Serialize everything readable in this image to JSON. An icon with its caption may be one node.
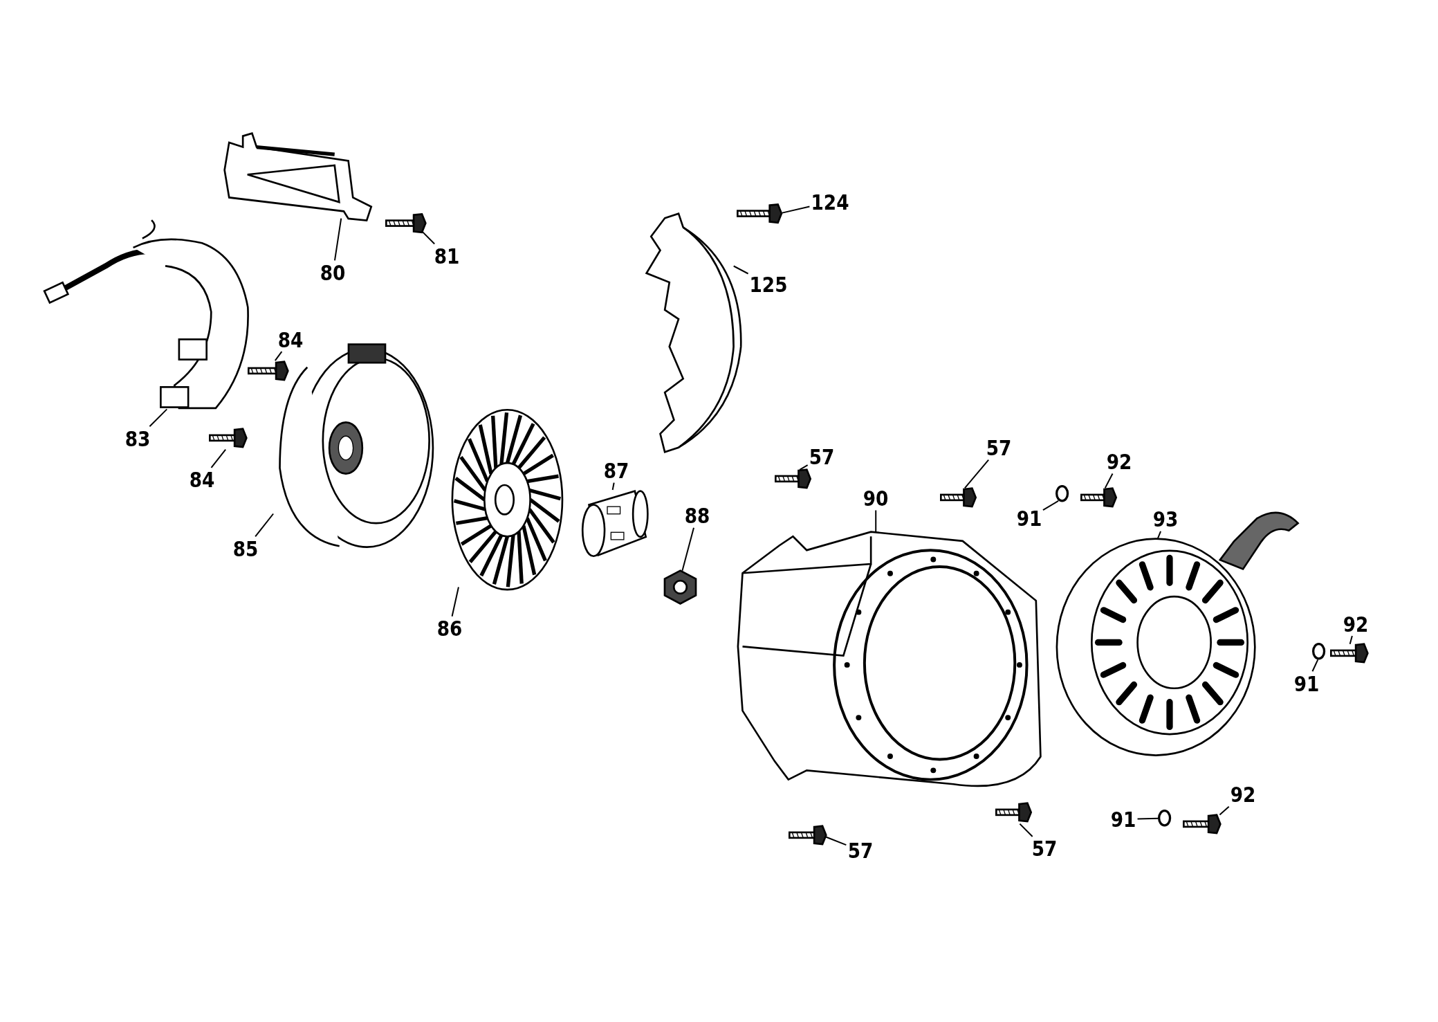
{
  "diagram": {
    "nodes": [
      {
        "text": [
          "80"
        ]
      },
      {
        "text": [],
        "shape": "picture"
      },
      {
        "text": [
          "81"
        ]
      },
      {
        "text": [],
        "shape": "picture"
      },
      {
        "text": [
          "124"
        ]
      },
      {
        "text": [],
        "shape": "picture"
      },
      {
        "text": [
          "125"
        ]
      },
      {
        "text": [],
        "shape": "picture"
      },
      {
        "text": [
          "84"
        ]
      },
      {
        "text": [],
        "shape": "picture"
      },
      {
        "text": [
          "83"
        ]
      },
      {
        "text": [],
        "shape": "picture"
      },
      {
        "text": [
          "84"
        ]
      },
      {
        "text": [],
        "shape": "picture"
      },
      {
        "text": [
          "85"
        ]
      },
      {
        "text": [],
        "shape": "picture"
      },
      {
        "text": [
          "86"
        ]
      },
      {
        "text": [],
        "shape": "picture"
      },
      {
        "text": [
          "87"
        ]
      },
      {
        "text": [],
        "shape": "picture"
      },
      {
        "text": [
          "88"
        ]
      },
      {
        "text": [],
        "shape": "picture"
      },
      {
        "text": [
          "57"
        ]
      },
      {
        "text": [],
        "shape": "picture"
      },
      {
        "text": [
          "57"
        ]
      },
      {
        "text": [],
        "shape": "picture"
      },
      {
        "text": [
          "90"
        ]
      },
      {
        "text": [],
        "shape": "picture"
      },
      {
        "text": [
          "91"
        ]
      },
      {
        "text": [],
        "shape": "circle"
      },
      {
        "text": [
          "92"
        ]
      },
      {
        "text": [],
        "shape": "picture"
      },
      {
        "text": [
          "93"
        ]
      },
      {
        "text": [],
        "shape": "picture"
      },
      {
        "text": [
          "92"
        ]
      },
      {
        "text": [],
        "shape": "picture"
      },
      {
        "text": [
          "91"
        ]
      },
      {
        "text": [],
        "shape": "circle"
      },
      {
        "text": [
          "91"
        ]
      },
      {
        "text": [],
        "shape": "circle"
      },
      {
        "text": [
          "92"
        ]
      },
      {
        "text": [],
        "shape": "picture"
      },
      {
        "text": [
          "57"
        ]
      },
      {
        "text": [],
        "shape": "picture"
      },
      {
        "text": [
          "57"
        ]
      },
      {
        "text": [],
        "shape": "picture"
      }
    ],
    "edges": [
      {
        "from": 0,
        "to": 1,
        "arrow": "none"
      },
      {
        "from": 2,
        "to": 3,
        "arrow": "none"
      },
      {
        "from": 4,
        "to": 5,
        "arrow": "none"
      },
      {
        "from": 6,
        "to": 7,
        "arrow": "none"
      },
      {
        "from": 8,
        "to": 9,
        "arrow": "none"
      },
      {
        "from": 10,
        "to": 11,
        "arrow": "none"
      },
      {
        "from": 12,
        "to": 13,
        "arrow": "none"
      },
      {
        "from": 14,
        "to": 15,
        "arrow": "none"
      },
      {
        "from": 16,
        "to": 17,
        "arrow": "none"
      },
      {
        "from": 18,
        "to": 19,
        "arrow": "none"
      },
      {
        "from": 20,
        "to": 21,
        "arrow": "none"
      },
      {
        "from": 22,
        "to": 23,
        "arrow": "none"
      },
      {
        "from": 24,
        "to": 25,
        "arrow": "none"
      },
      {
        "from": 26,
        "to": 27,
        "arrow": "none"
      },
      {
        "from": 28,
        "to": 29,
        "arrow": "none"
      },
      {
        "from": 30,
        "to": 31,
        "arrow": "none"
      },
      {
        "from": 32,
        "to": 33,
        "arrow": "none"
      },
      {
        "from": 34,
        "to": 35,
        "arrow": "none"
      },
      {
        "from": 36,
        "to": 37,
        "arrow": "none"
      },
      {
        "from": 38,
        "to": 39,
        "arrow": "none"
      },
      {
        "from": 40,
        "to": 41,
        "arrow": "none"
      },
      {
        "from": 42,
        "to": 43,
        "arrow": "none"
      },
      {
        "from": 44,
        "to": 45,
        "arrow": "none"
      }
    ]
  }
}
